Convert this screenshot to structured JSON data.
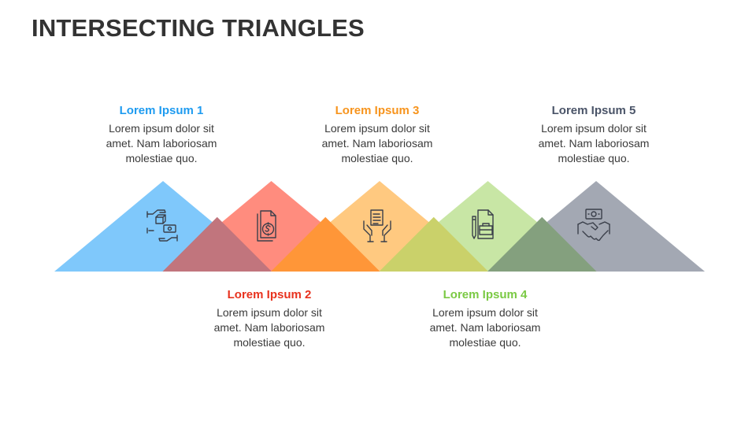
{
  "title": "INTERSECTING TRIANGLES",
  "items": [
    {
      "heading": "Lorem Ipsum 1",
      "color": "#1E9BF0",
      "fill": "#7FC8FB",
      "body": [
        "Lorem ipsum dolor sit",
        "amet. Nam laboriosam",
        "molestiae quo."
      ],
      "icon": "hands-exchange-box-cash-icon"
    },
    {
      "heading": "Lorem Ipsum 2",
      "color": "#E8321E",
      "fill": "#FF8C7E",
      "body": [
        "Lorem ipsum dolor sit",
        "amet. Nam laboriosam",
        "molestiae quo."
      ],
      "icon": "dollar-documents-icon"
    },
    {
      "heading": "Lorem Ipsum 3",
      "color": "#F7941D",
      "fill": "#FFC980",
      "body": [
        "Lorem ipsum dolor sit",
        "amet. Nam laboriosam",
        "molestiae quo."
      ],
      "icon": "hands-holding-document-icon"
    },
    {
      "heading": "Lorem Ipsum 4",
      "color": "#7AC943",
      "fill": "#C8E6A5",
      "body": [
        "Lorem ipsum dolor sit",
        "amet. Nam laboriosam",
        "molestiae quo."
      ],
      "icon": "briefcase-document-pencil-icon"
    },
    {
      "heading": "Lorem Ipsum 5",
      "color": "#4A5468",
      "fill": "#A3A8B3",
      "body": [
        "Lorem ipsum dolor sit",
        "amet. Nam laboriosam",
        "molestiae quo."
      ],
      "icon": "handshake-cash-icon"
    }
  ],
  "overlap_colors": [
    "#C1757D",
    "#FF9638",
    "#CAD16A",
    "#84A07E"
  ],
  "icon_stroke": "#3A3F4A"
}
